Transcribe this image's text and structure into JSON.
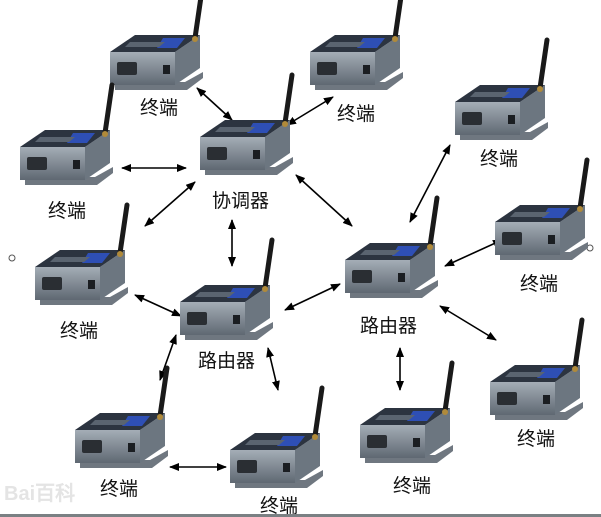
{
  "title": "ZigBee mesh network",
  "nodes": {
    "coordinator": "协调器",
    "router_left": "路由器",
    "router_right": "路由器",
    "terminal": "终端"
  },
  "watermark": "Bai百科",
  "colors": {
    "device_body": "#7d8791",
    "device_top": "#2c3440",
    "label_blue": "#2e4fb5",
    "antenna": "#1a1a1a",
    "arrow": "#000000"
  }
}
